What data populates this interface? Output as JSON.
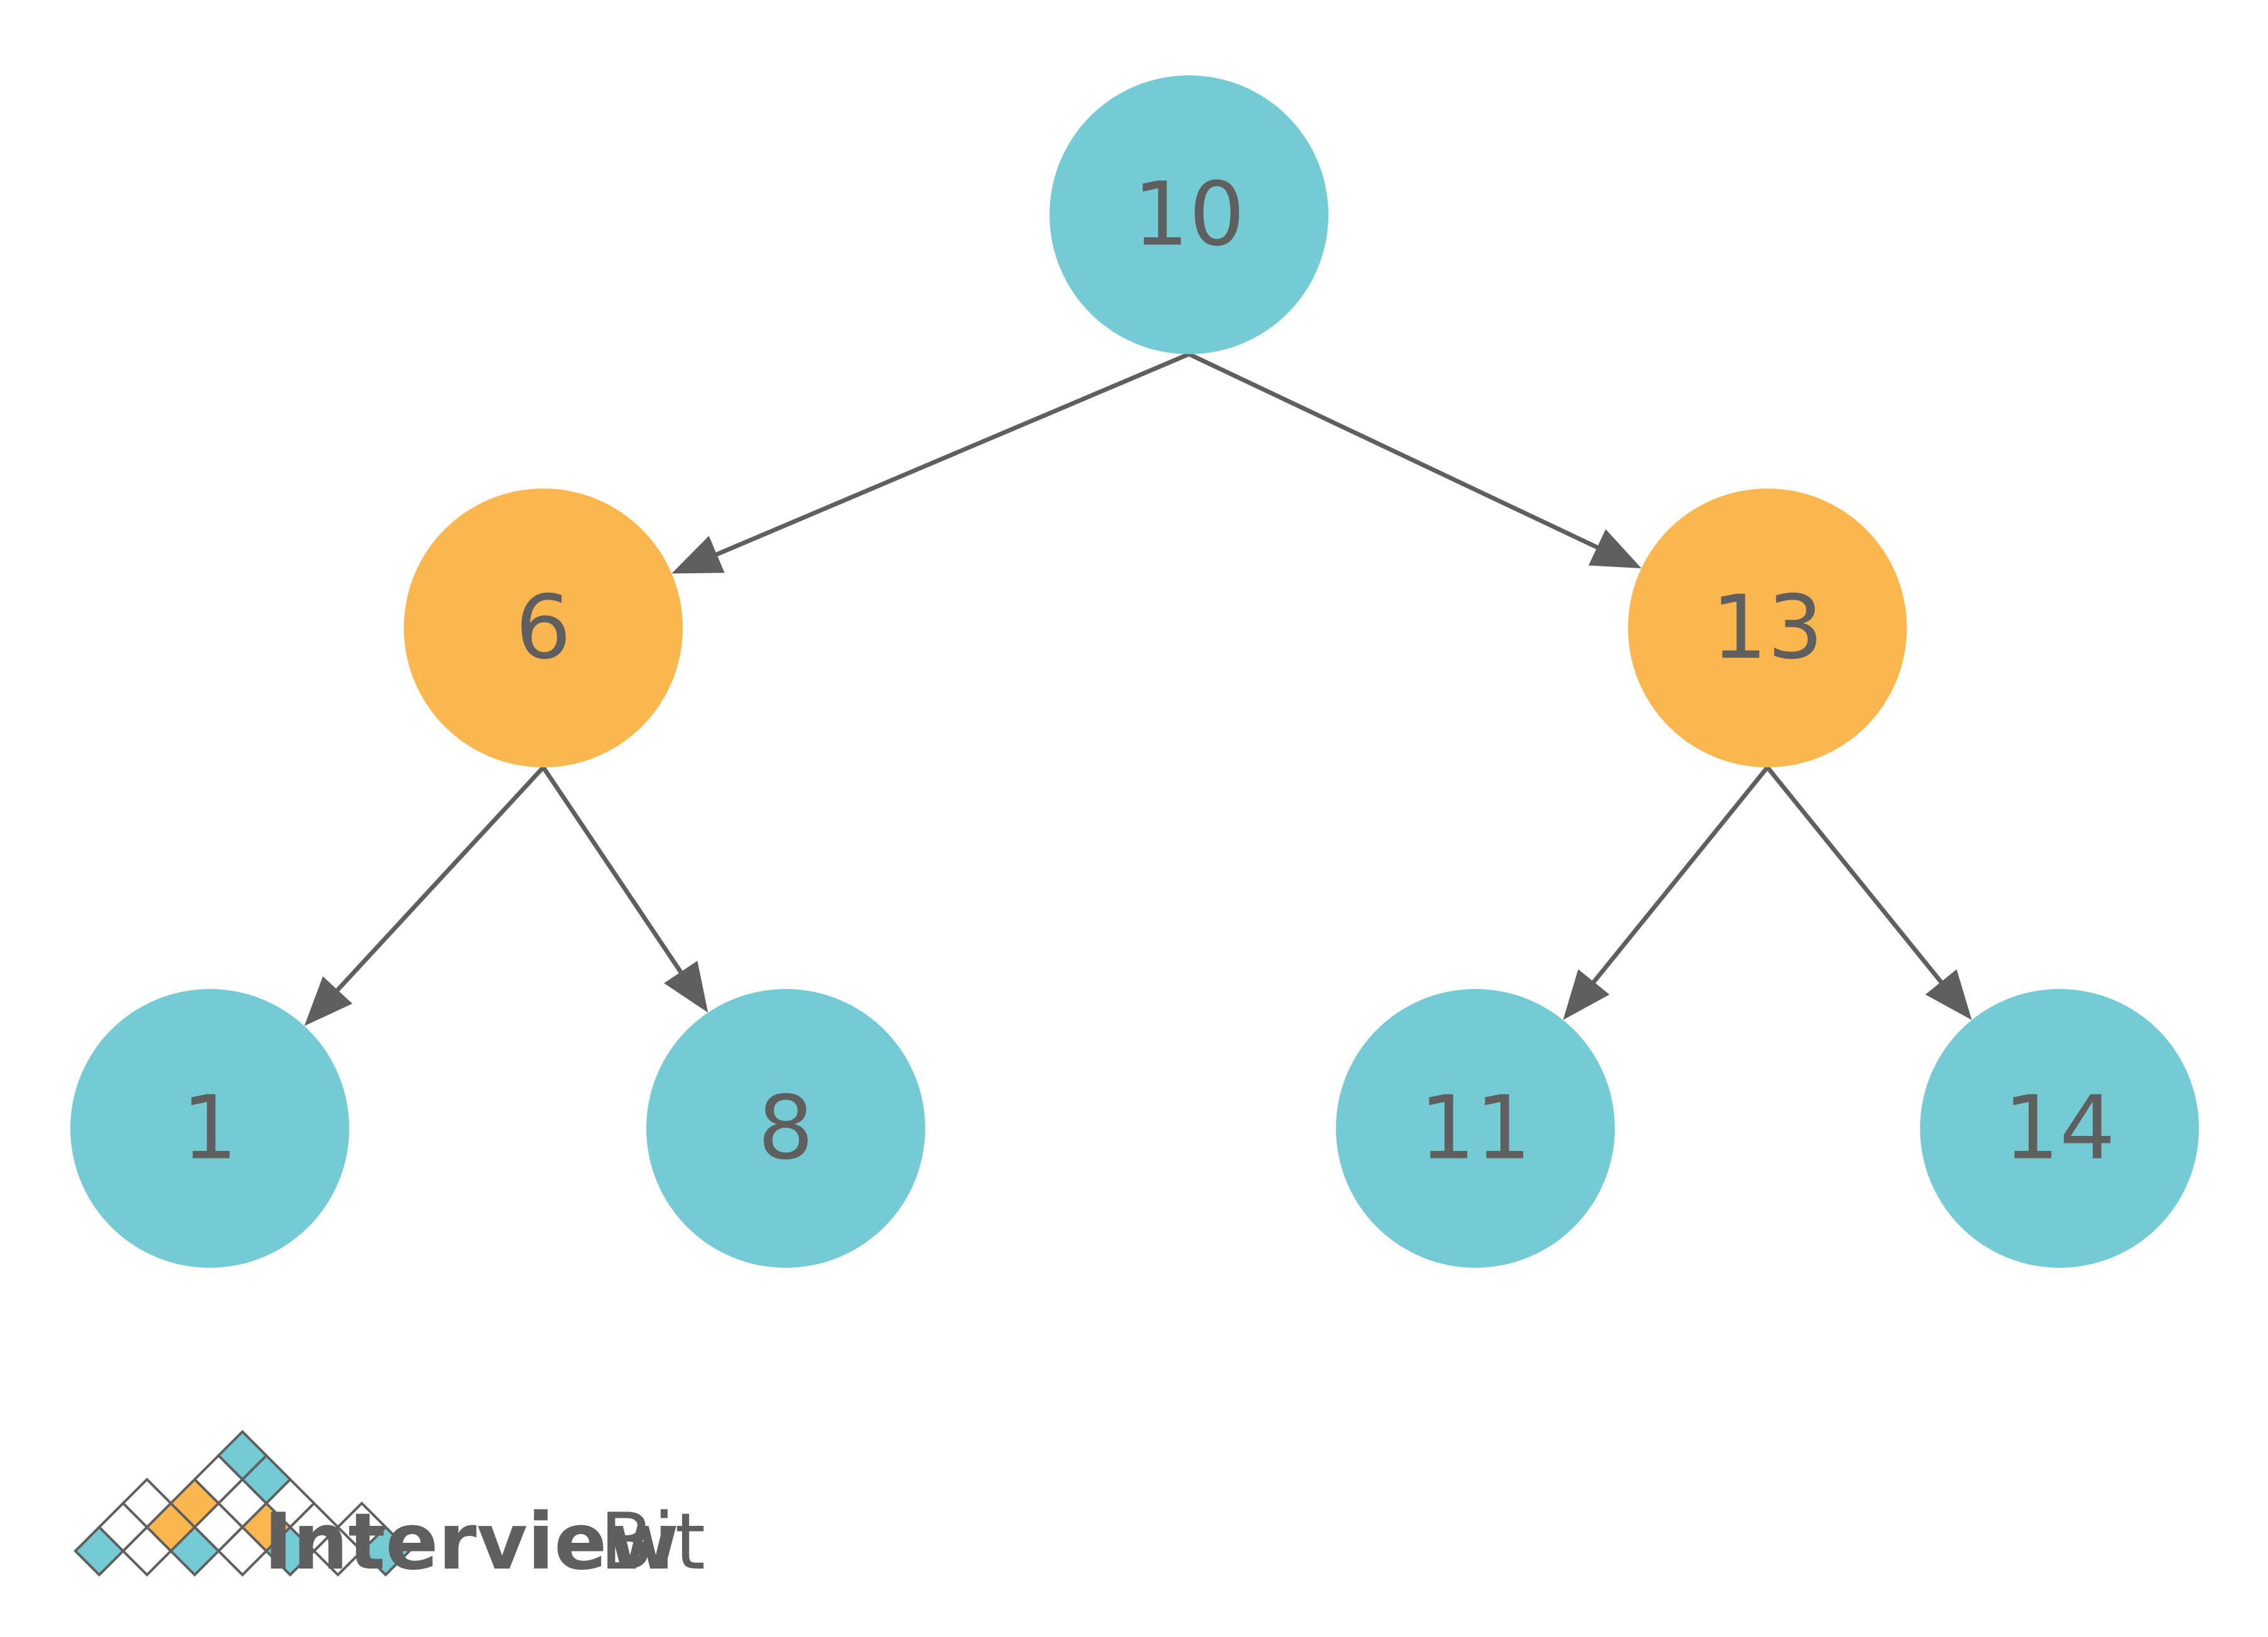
{
  "diagram": {
    "type": "binary-tree",
    "nodes": [
      {
        "id": "n10",
        "label": "10",
        "color": "#74cbd4"
      },
      {
        "id": "n6",
        "label": "6",
        "color": "#fbb74e"
      },
      {
        "id": "n13",
        "label": "13",
        "color": "#fbb74e"
      },
      {
        "id": "n1",
        "label": "1",
        "color": "#74cbd4"
      },
      {
        "id": "n8",
        "label": "8",
        "color": "#74cbd4"
      },
      {
        "id": "n11",
        "label": "11",
        "color": "#74cbd4"
      },
      {
        "id": "n14",
        "label": "14",
        "color": "#74cbd4"
      }
    ],
    "edges": [
      {
        "from": "n10",
        "to": "n6"
      },
      {
        "from": "n10",
        "to": "n13"
      },
      {
        "from": "n6",
        "to": "n1"
      },
      {
        "from": "n6",
        "to": "n8"
      },
      {
        "from": "n13",
        "to": "n11"
      },
      {
        "from": "n13",
        "to": "n14"
      }
    ],
    "edge_color": "#5f5f5f"
  },
  "brand": {
    "name_bold": "Interview",
    "name_light": "Bit",
    "text_color": "#5f5f5f",
    "logo_colors": {
      "teal": "#74cbd4",
      "orange": "#fbb74e",
      "outline": "#5f5f5f"
    }
  }
}
